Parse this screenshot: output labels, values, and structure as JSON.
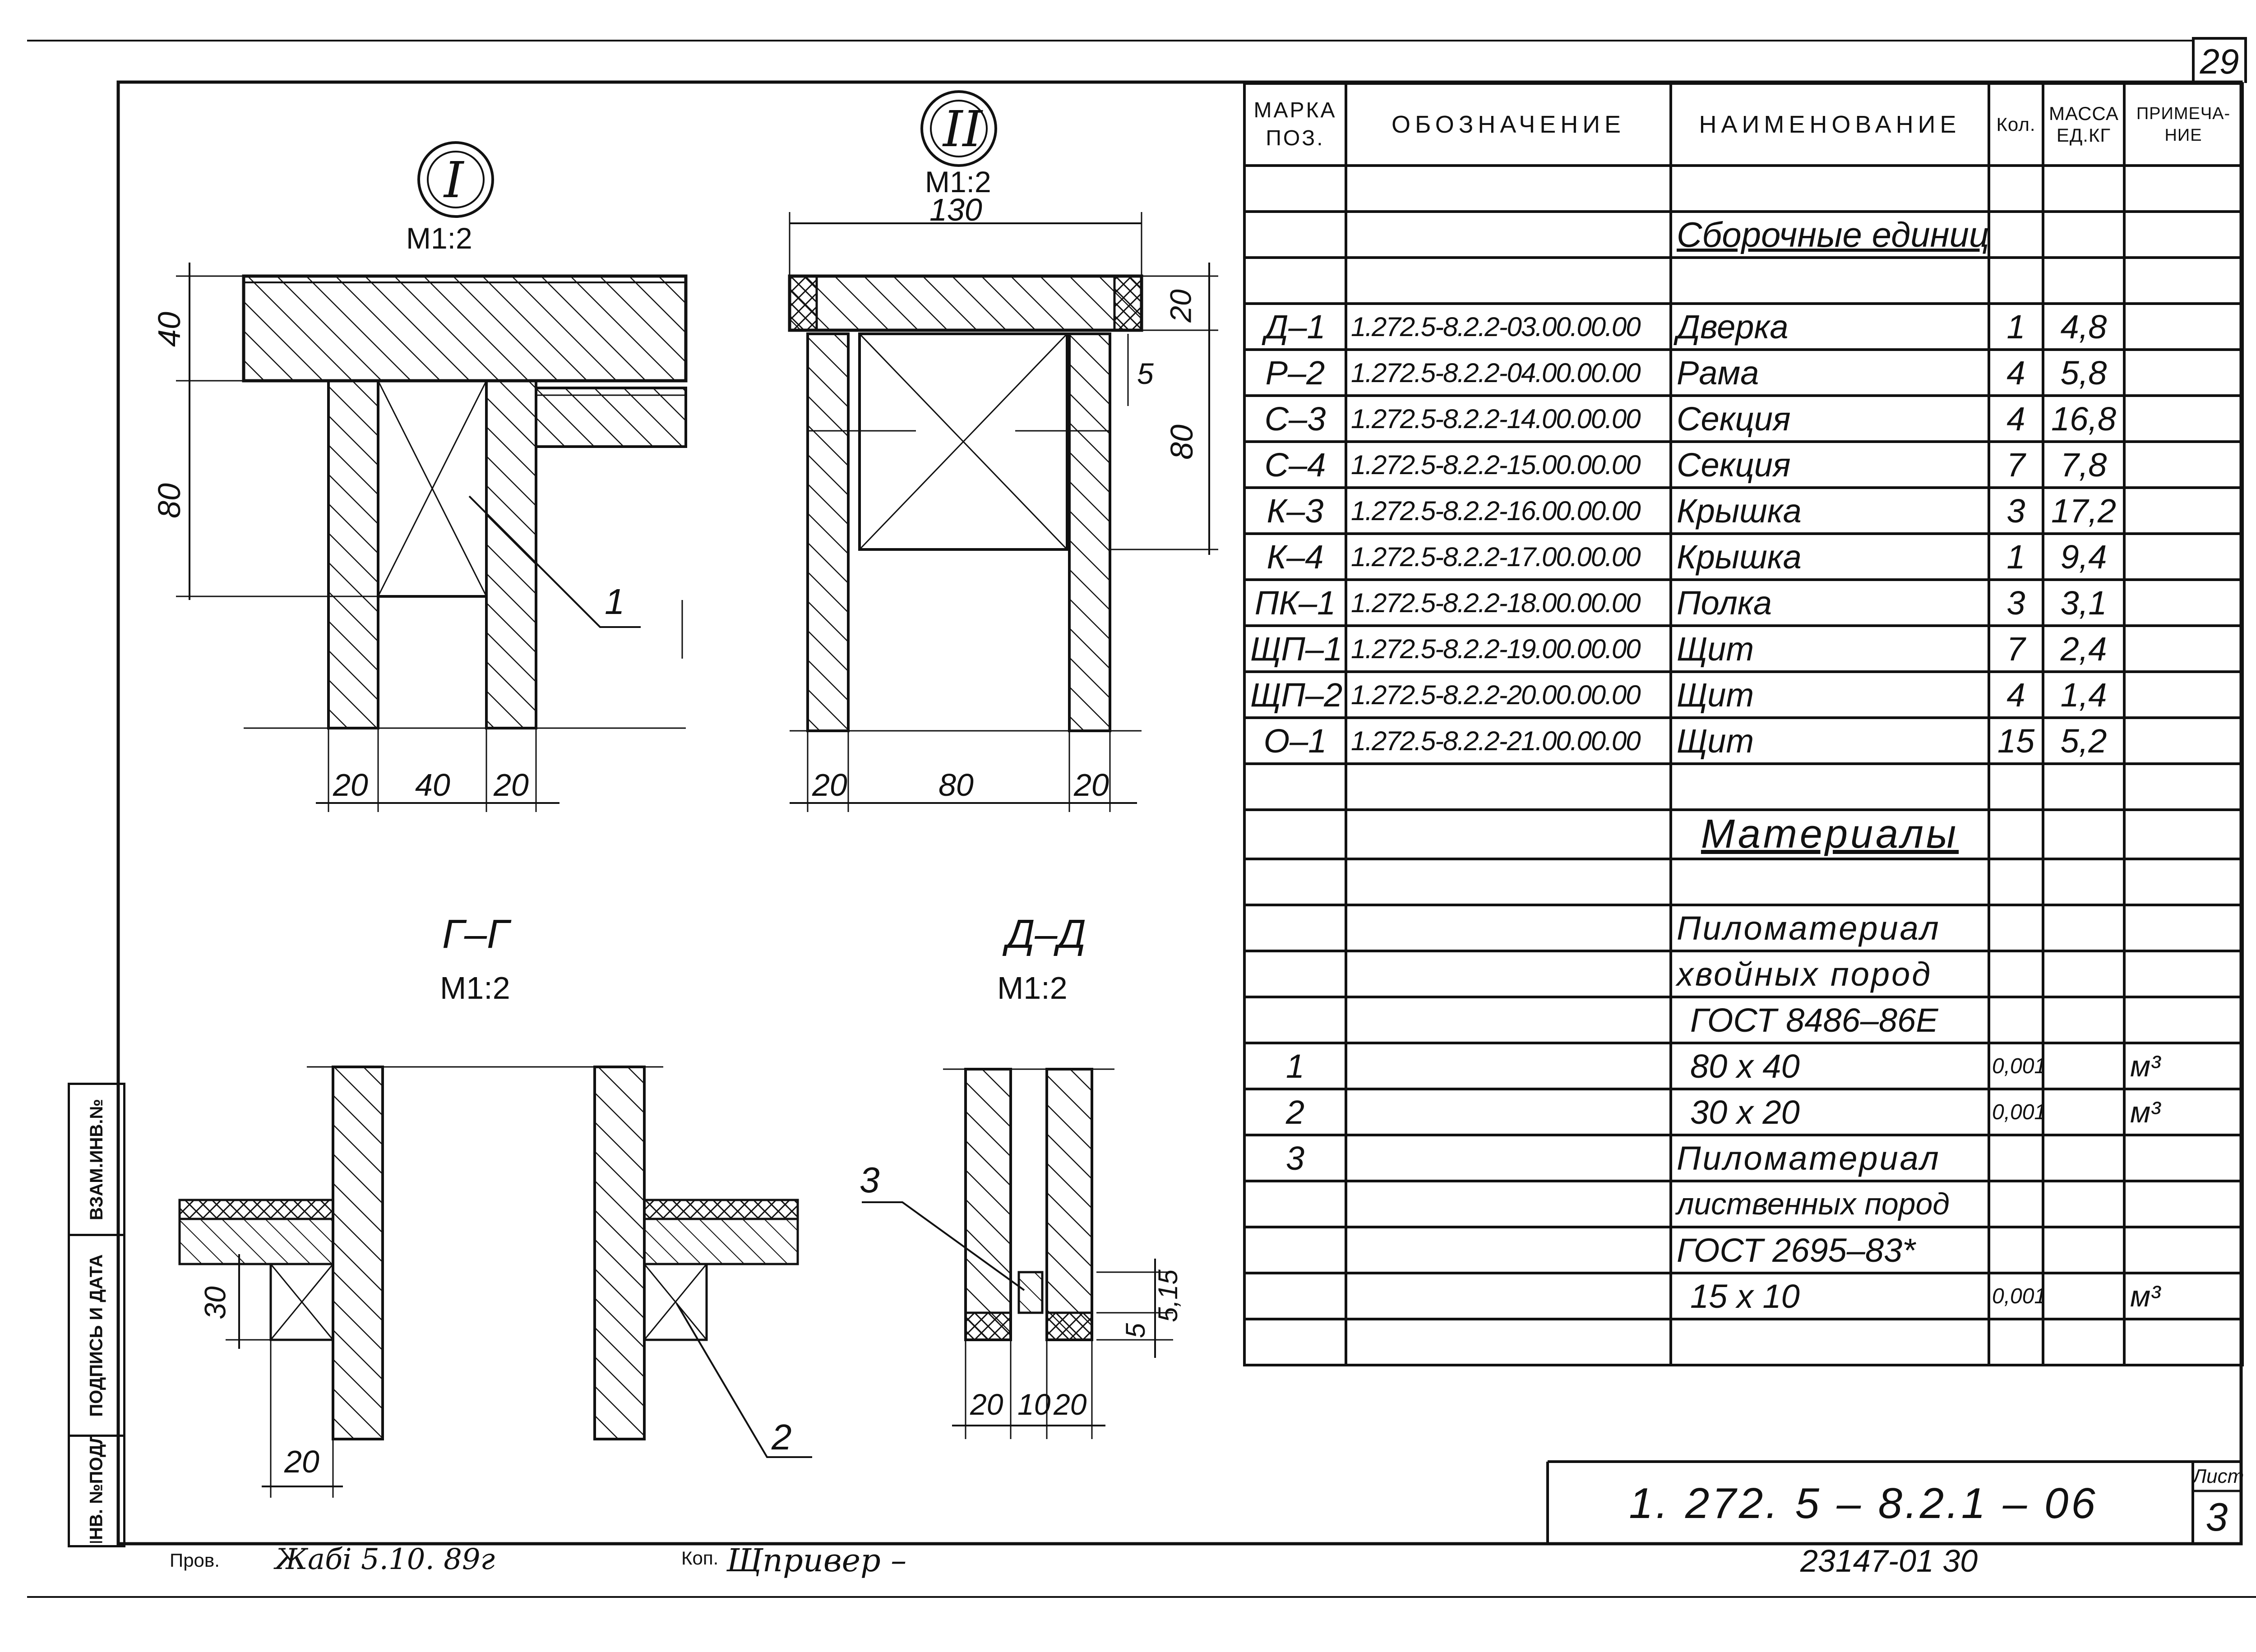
{
  "page_number": "29",
  "views": {
    "view1": {
      "marker": "I",
      "scale": "М1:2",
      "dims": {
        "d40_vert": "40",
        "d80_vert": "80",
        "d20_left": "20",
        "d40_mid": "40",
        "d20_right": "20"
      },
      "callout": "1"
    },
    "view2": {
      "marker": "II",
      "scale": "М1:2",
      "dims": {
        "d130": "130",
        "d20_vert": "20",
        "d5": "5",
        "d80_vert": "80",
        "d20_left": "20",
        "d80_mid": "80",
        "d20_right": "20"
      }
    },
    "section_g": {
      "title": "Г–Г",
      "scale": "М1:2",
      "dims": {
        "d30": "30",
        "d20": "20"
      },
      "callout": "2"
    },
    "section_d": {
      "title": "Д–Д",
      "scale": "М1:2",
      "dims": {
        "d5_15": "5,15",
        "d5": "5",
        "d20_left": "20",
        "d10": "10",
        "d20_right": "20"
      },
      "callout": "3"
    }
  },
  "table": {
    "headers": {
      "mark": "МАРКА ПОЗ.",
      "designation": "ОБОЗНАЧЕНИЕ",
      "name": "НАИМЕНОВАНИЕ",
      "qty": "Кол.",
      "mass": "МАССА ЕД.КГ",
      "note": "ПРИМЕЧА-НИЕ"
    },
    "section_assembly": "Сборочные единицы",
    "rows": [
      {
        "mark": "Д–1",
        "code": "1.272.5-8.2.2-03.00.00.00",
        "name": "Дверка",
        "qty": "1",
        "mass": "4,8"
      },
      {
        "mark": "Р–2",
        "code": "1.272.5-8.2.2-04.00.00.00",
        "name": "Рама",
        "qty": "4",
        "mass": "5,8"
      },
      {
        "mark": "С–3",
        "code": "1.272.5-8.2.2-14.00.00.00",
        "name": "Секция",
        "qty": "4",
        "mass": "16,8"
      },
      {
        "mark": "С–4",
        "code": "1.272.5-8.2.2-15.00.00.00",
        "name": "Секция",
        "qty": "7",
        "mass": "7,8"
      },
      {
        "mark": "К–3",
        "code": "1.272.5-8.2.2-16.00.00.00",
        "name": "Крышка",
        "qty": "3",
        "mass": "17,2"
      },
      {
        "mark": "К–4",
        "code": "1.272.5-8.2.2-17.00.00.00",
        "name": "Крышка",
        "qty": "1",
        "mass": "9,4"
      },
      {
        "mark": "ПК–1",
        "code": "1.272.5-8.2.2-18.00.00.00",
        "name": "Полка",
        "qty": "3",
        "mass": "3,1"
      },
      {
        "mark": "ЩП–1",
        "code": "1.272.5-8.2.2-19.00.00.00",
        "name": "Щит",
        "qty": "7",
        "mass": "2,4"
      },
      {
        "mark": "ЩП–2",
        "code": "1.272.5-8.2.2-20.00.00.00",
        "name": "Щит",
        "qty": "4",
        "mass": "1,4"
      },
      {
        "mark": "О–1",
        "code": "1.272.5-8.2.2-21.00.00.00",
        "name": "Щит",
        "qty": "15",
        "mass": "5,2"
      }
    ],
    "section_materials": "Материалы",
    "materials": {
      "conifer_line1": "Пиломатериал",
      "conifer_line2": "хвойных пород",
      "conifer_gost": "ГОСТ 8486–86Е",
      "item1": {
        "mark": "1",
        "name": "80 х 40",
        "qty": "0,001",
        "unit": "м³"
      },
      "item2": {
        "mark": "2",
        "name": "30 х 20",
        "qty": "0,001",
        "unit": "м³"
      },
      "item3_mark": "3",
      "hardwood_line1": "Пиломатериал",
      "hardwood_line2": "лиственных пород",
      "hardwood_gost": "ГОСТ 2695–83*",
      "item3": {
        "name": "15 х 10",
        "qty": "0,001",
        "unit": "м³"
      }
    }
  },
  "title_block": {
    "doc_code": "1. 272. 5 – 8.2.1 – 06",
    "sheet_label": "Лист",
    "sheet_number": "3"
  },
  "footer": {
    "archive_number": "23147-01   30",
    "checked_label": "Пров.",
    "checked_signature": "Жабі 5.10. 89г",
    "copied_label": "Коп.",
    "copied_signature": "Щпривер –"
  },
  "stamp": {
    "replaced_inv": "ВЗАМ.ИНВ.№",
    "sign_date": "ПОДПИСЬ И ДАТА",
    "orig_inv": "ИНВ. №ПОДЛ."
  }
}
